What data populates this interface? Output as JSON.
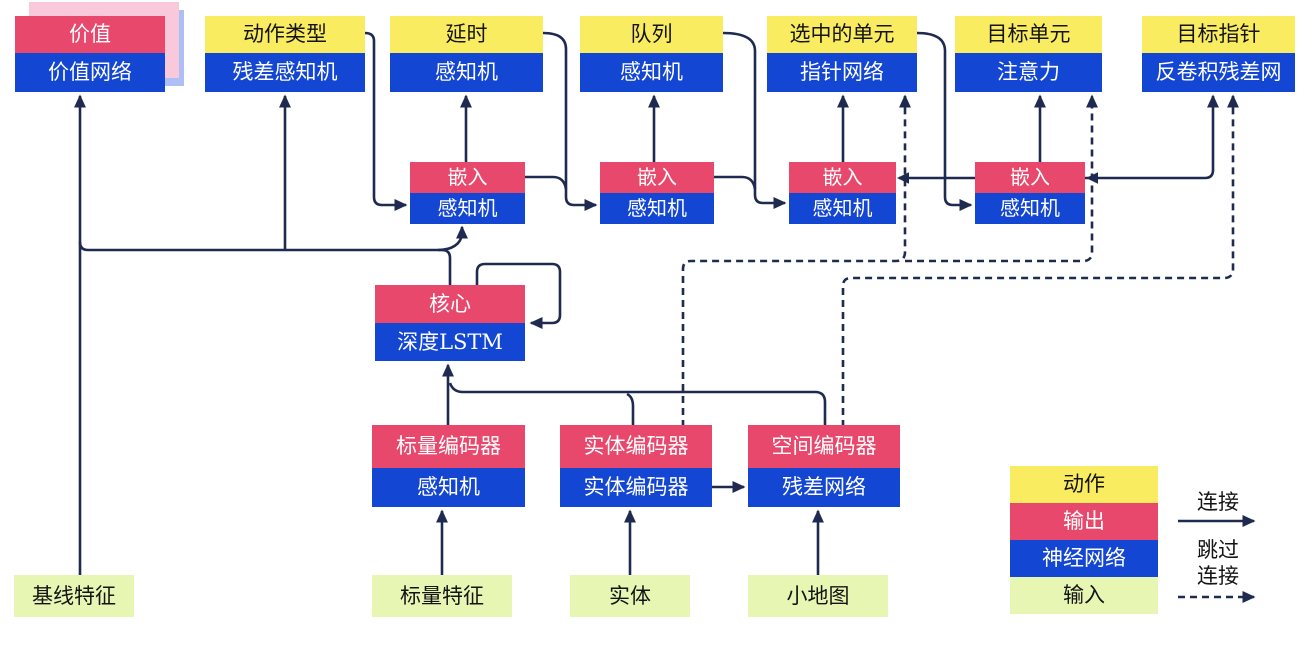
{
  "nodes": {
    "value": {
      "top": "价值",
      "bottom": "价值网络"
    },
    "action_type": {
      "top": "动作类型",
      "bottom": "残差感知机"
    },
    "delay": {
      "top": "延时",
      "bottom": "感知机"
    },
    "queued": {
      "top": "队列",
      "bottom": "感知机"
    },
    "selected_units": {
      "top": "选中的单元",
      "bottom": "指针网络"
    },
    "target_unit": {
      "top": "目标单元",
      "bottom": "注意力"
    },
    "target_point": {
      "top": "目标指针",
      "bottom": "反卷积残差网"
    },
    "embed1": {
      "top": "嵌入",
      "bottom": "感知机"
    },
    "embed2": {
      "top": "嵌入",
      "bottom": "感知机"
    },
    "embed3": {
      "top": "嵌入",
      "bottom": "感知机"
    },
    "embed4": {
      "top": "嵌入",
      "bottom": "感知机"
    },
    "core": {
      "top": "核心",
      "bottom": "深度LSTM"
    },
    "scalar_encoder": {
      "top": "标量编码器",
      "bottom": "感知机"
    },
    "entity_encoder": {
      "top": "实体编码器",
      "bottom": "实体编码器"
    },
    "spatial_encoder": {
      "top": "空间编码器",
      "bottom": "残差网络"
    }
  },
  "inputs": {
    "baseline": "基线特征",
    "scalar": "标量特征",
    "entities": "实体",
    "minimap": "小地图"
  },
  "legend": {
    "action": "动作",
    "output": "输出",
    "neural_network": "神经网络",
    "input": "输入",
    "connection": "连接",
    "skip_line1": "跳过",
    "skip_line2": "连接"
  },
  "edges": [
    {
      "from": "baseline_features",
      "to": "value",
      "style": "solid"
    },
    {
      "from": "core",
      "to": "value",
      "style": "solid"
    },
    {
      "from": "core",
      "to": "action_type",
      "style": "solid"
    },
    {
      "from": "core",
      "to": "embed1",
      "style": "solid"
    },
    {
      "from": "core",
      "to": "core",
      "style": "solid",
      "note": "self-loop"
    },
    {
      "from": "action_type",
      "to": "embed1",
      "style": "solid"
    },
    {
      "from": "embed1",
      "to": "delay",
      "style": "solid"
    },
    {
      "from": "embed1",
      "to": "embed2",
      "style": "solid"
    },
    {
      "from": "delay",
      "to": "embed2",
      "style": "solid"
    },
    {
      "from": "embed2",
      "to": "queued",
      "style": "solid"
    },
    {
      "from": "embed2",
      "to": "embed3",
      "style": "solid"
    },
    {
      "from": "queued",
      "to": "embed3",
      "style": "solid"
    },
    {
      "from": "embed3",
      "to": "selected_units",
      "style": "solid"
    },
    {
      "from": "selected_units",
      "to": "embed4",
      "style": "solid"
    },
    {
      "from": "selected_units",
      "to": "embed3",
      "style": "solid"
    },
    {
      "from": "embed4",
      "to": "target_unit",
      "style": "solid"
    },
    {
      "from": "embed4",
      "to": "target_point",
      "style": "solid"
    },
    {
      "from": "scalar_encoder",
      "to": "core",
      "style": "solid"
    },
    {
      "from": "entity_encoder",
      "to": "core",
      "style": "solid"
    },
    {
      "from": "spatial_encoder",
      "to": "core",
      "style": "solid"
    },
    {
      "from": "entity_encoder",
      "to": "spatial_encoder",
      "style": "solid"
    },
    {
      "from": "entity_encoder",
      "to": "selected_units",
      "style": "dashed"
    },
    {
      "from": "entity_encoder",
      "to": "target_unit",
      "style": "dashed"
    },
    {
      "from": "spatial_encoder",
      "to": "target_point",
      "style": "dashed"
    },
    {
      "from": "scalar_features",
      "to": "scalar_encoder",
      "style": "solid"
    },
    {
      "from": "entities",
      "to": "entity_encoder",
      "style": "solid"
    },
    {
      "from": "minimap",
      "to": "spatial_encoder",
      "style": "solid"
    }
  ],
  "colors": {
    "yellow": "#FAEC60",
    "output_red": "#E8486C",
    "network_blue": "#1346D2",
    "input_green": "#E7F6B2",
    "sheet_pink": "#F9C9DB",
    "sheet_blue": "#AEBFF5",
    "wire_navy": "#1F2A50",
    "text_dark": "#141414",
    "text_light": "#FFFFFF"
  }
}
